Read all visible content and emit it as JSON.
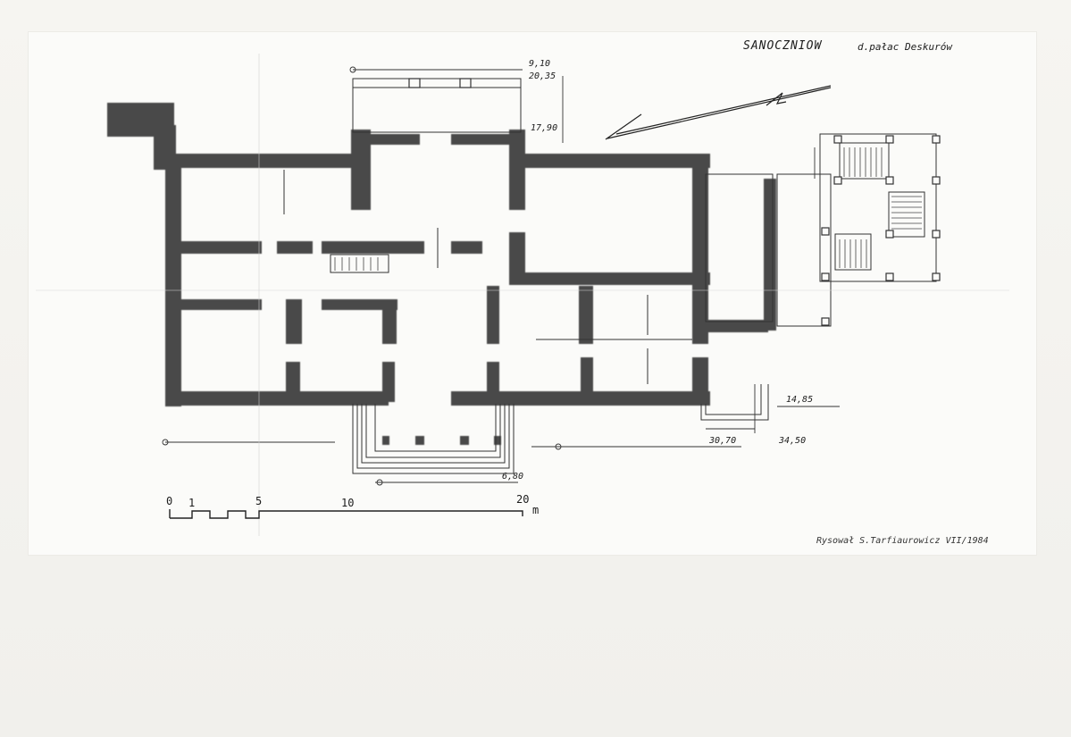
{
  "title": "SANOCZNIOW",
  "subtitle": "d.pałac Deskurów",
  "dimensions": {
    "d1": "9,10",
    "d2": "20,35",
    "d3": "17,90",
    "d4": "14,85",
    "d5": "30,70",
    "d6": "34,50",
    "d7": "6,80"
  },
  "scale": {
    "ticks": [
      "0",
      "1",
      "5",
      "10",
      "20"
    ],
    "unit": "m"
  },
  "signature": "Rysował S.Tarfiaurowicz VII/1984",
  "colors": {
    "ink": "#2a2a2a",
    "wall": "#4a4a4a",
    "paper": "#fbfbf9"
  }
}
